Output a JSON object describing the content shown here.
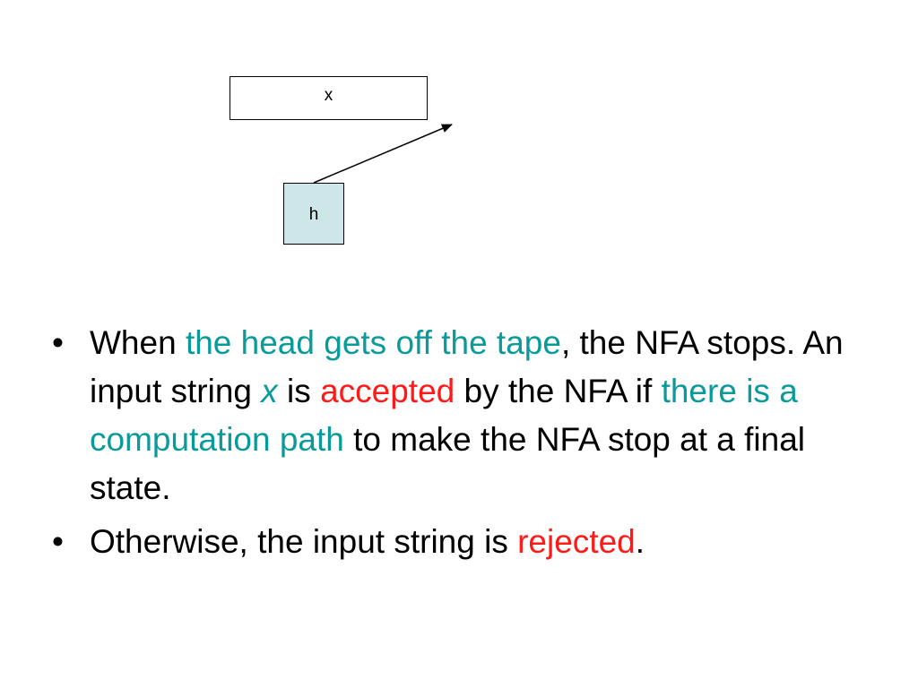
{
  "colors": {
    "highlight": "#0a9a9a",
    "emphasis": "#ff1a1a",
    "head_fill": "#cde6e9"
  },
  "diagram": {
    "tape_label": "x",
    "head_label": "h"
  },
  "bullets": [
    {
      "marker": "•",
      "p1": "When ",
      "s1": "the head gets off the tape",
      "p2": ", the NFA stops. An input string ",
      "var": "x",
      "p3": " is ",
      "s2": "accepted",
      "p4": " by the NFA if ",
      "s3": "there is a computation path",
      "p5": " to make the NFA stop at a final state."
    },
    {
      "marker": "•",
      "p1": "Otherwise, the input string is ",
      "s1": "rejected",
      "p2": "."
    }
  ]
}
